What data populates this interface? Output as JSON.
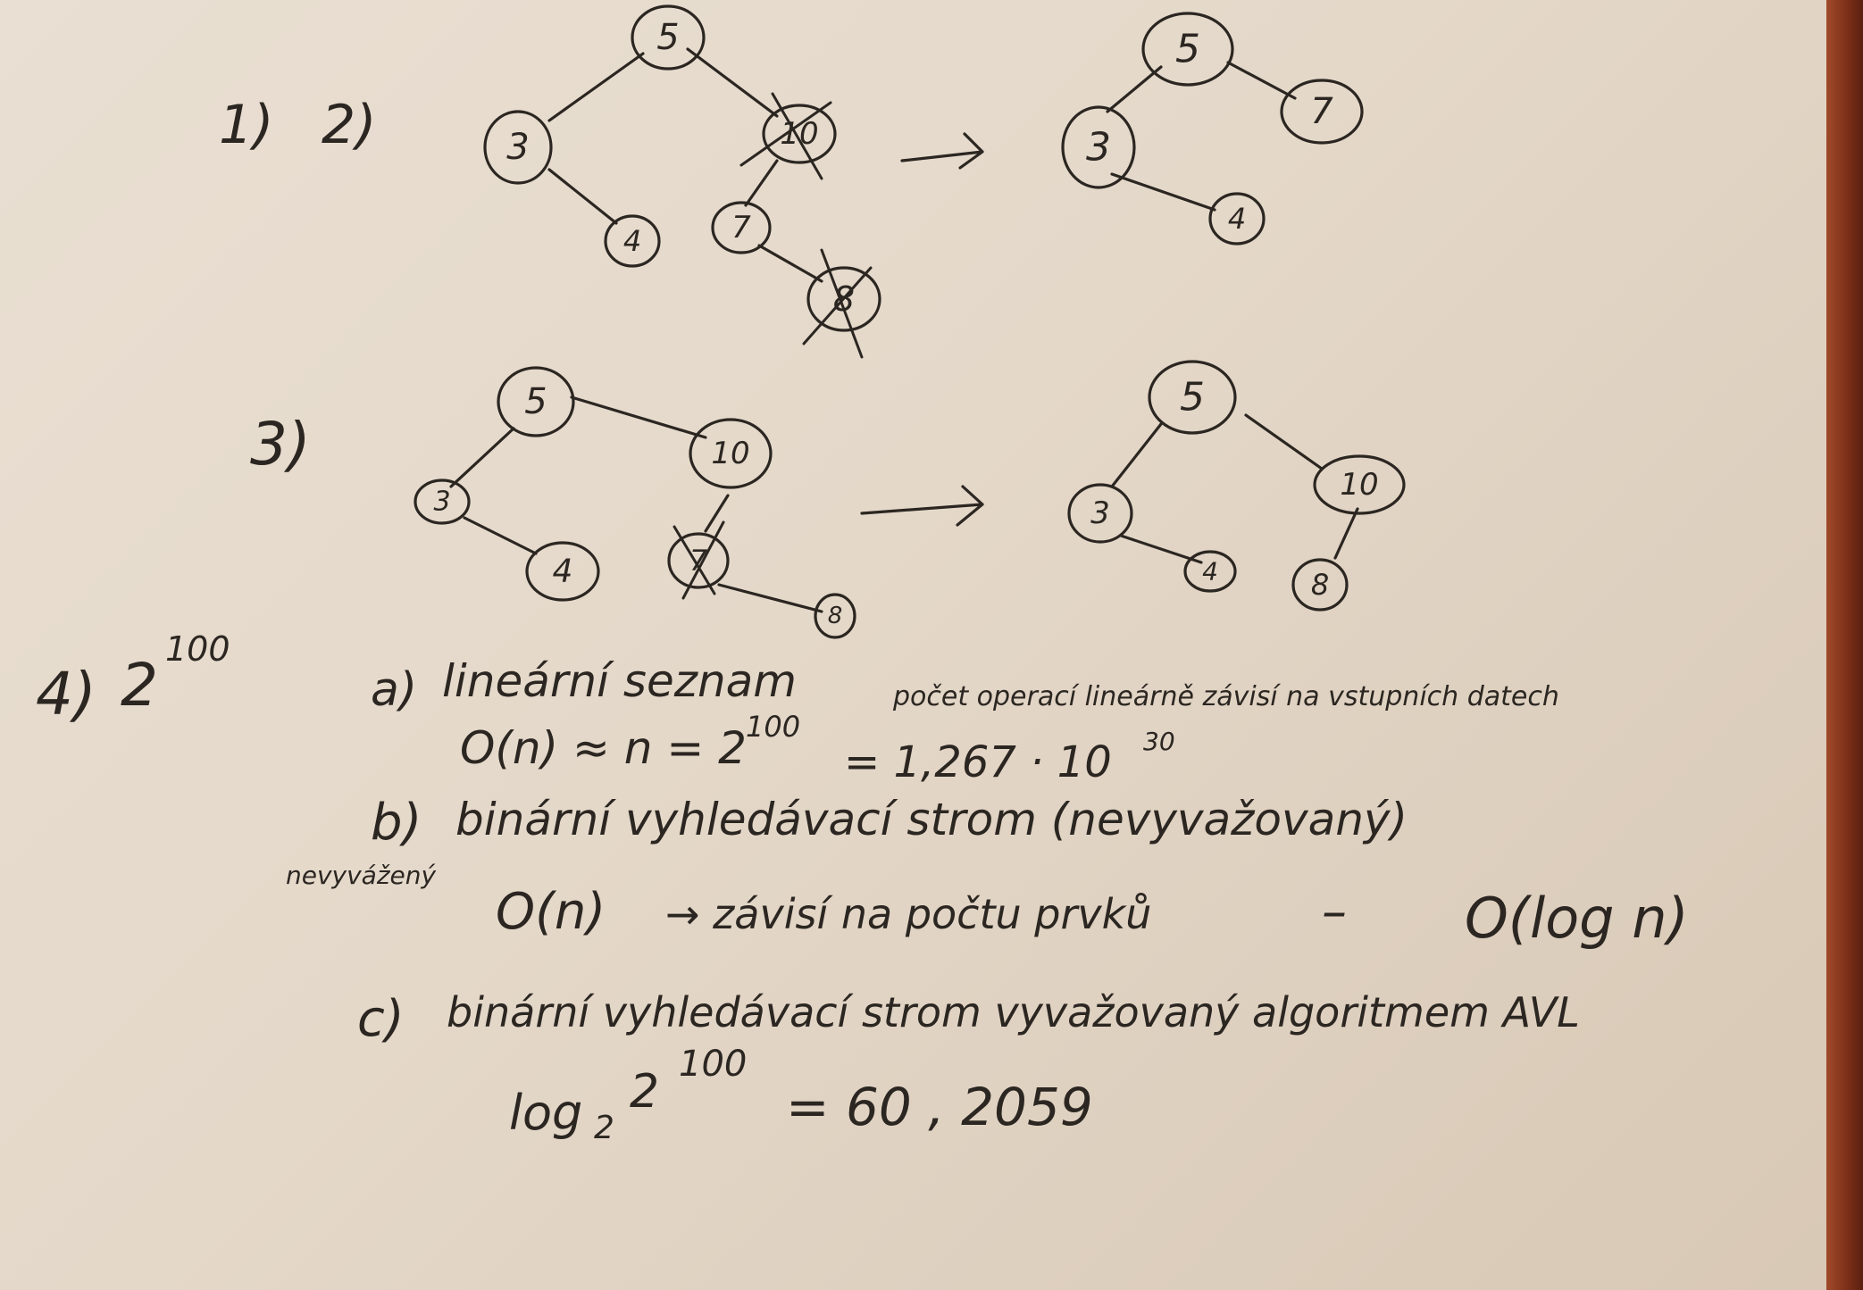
{
  "section_labels": {
    "s1": "1)",
    "s2": "2)",
    "s3": "3)",
    "s4": "4)"
  },
  "tree1_before": {
    "root": "5",
    "left": "3",
    "left_right": "4",
    "right": "10",
    "right_left": "7",
    "right_left_right": "8"
  },
  "tree1_after": {
    "root": "5",
    "left": "3",
    "left_right": "4",
    "right": "7"
  },
  "tree2_before": {
    "root": "5",
    "left": "3",
    "left_right": "4",
    "right": "10",
    "right_left": "7",
    "right_left_right": "8"
  },
  "tree2_after": {
    "root": "5",
    "left": "3",
    "left_right": "4",
    "right": "10",
    "right_left": "8"
  },
  "arrow_text": "→",
  "q4": {
    "base": "2",
    "exp": "100",
    "a_label": "a)",
    "a_text": "lineární seznam",
    "a_note": "počet operací lineárně závisí na vstupních datech",
    "a_formula": "O(n) ≈ n = 2",
    "a_exp": "100",
    "a_value": "= 1,267 · 10",
    "a_value_exp": "30",
    "b_label": "b)",
    "b_text": "binární vyhledávací strom (nevyvažovaný)",
    "b_margin": "nevyvážený",
    "b_formula": "O(n)",
    "b_note": "→ závisí na počtu prvků",
    "b_dash": "–",
    "b_result": "O(log n)",
    "c_label": "c)",
    "c_text": "binární vyhledávací strom vyvažovaný algoritmem AVL",
    "c_formula": "log",
    "c_sub": "2",
    "c_base": "2",
    "c_exp": "100",
    "c_value": "= 60 , 2059"
  }
}
